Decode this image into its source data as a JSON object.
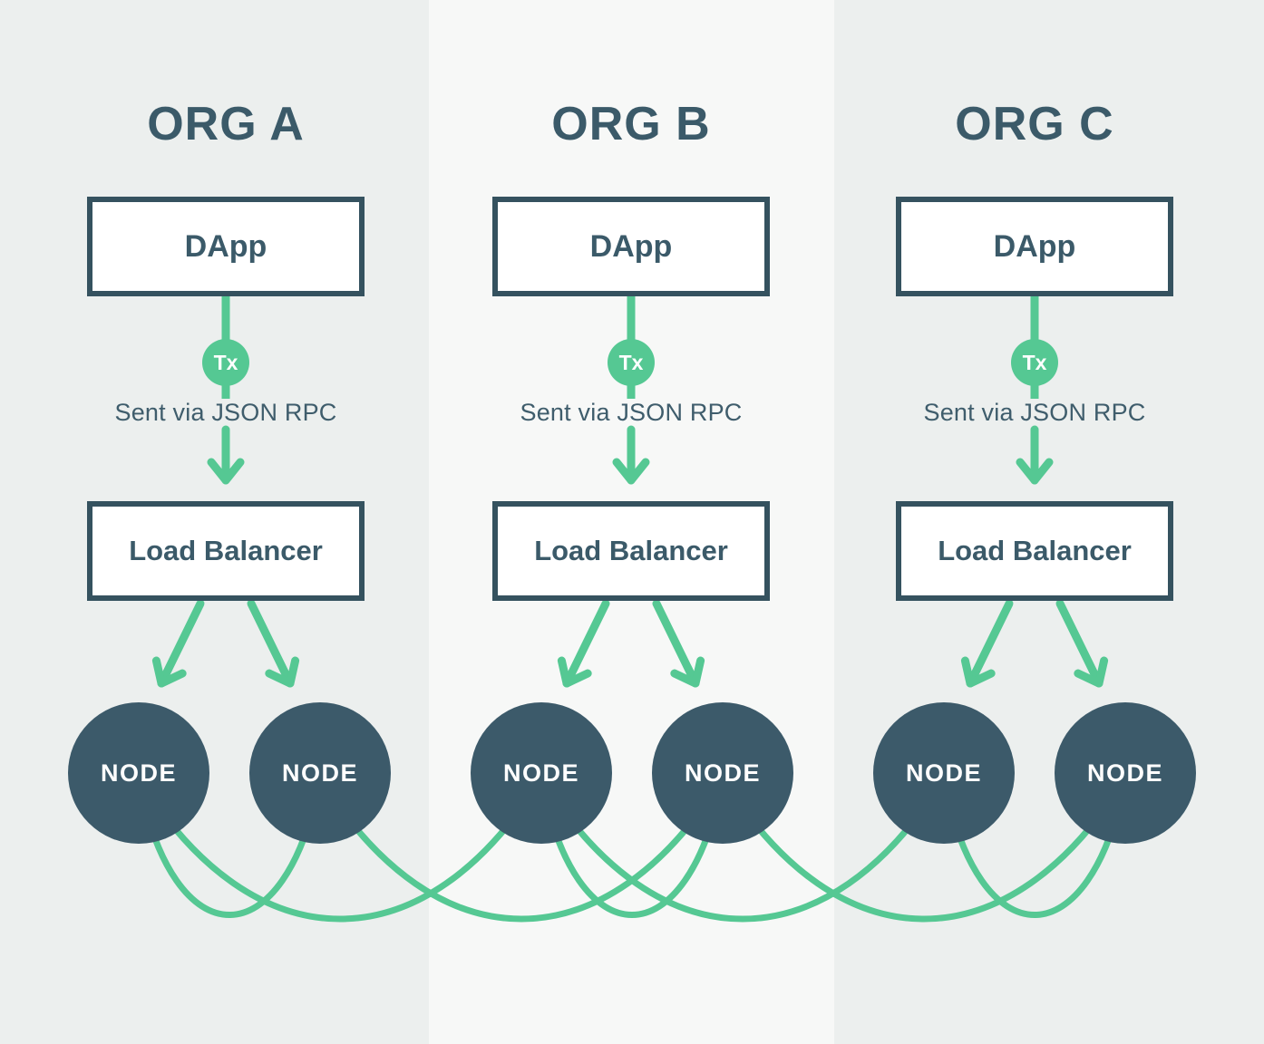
{
  "diagram": {
    "columns": [
      {
        "org_label": "ORG A",
        "dapp_label": "DApp",
        "tx_badge": "Tx",
        "rpc_note": "Sent via JSON RPC",
        "load_balancer_label": "Load Balancer",
        "node_labels": [
          "NODE",
          "NODE"
        ]
      },
      {
        "org_label": "ORG B",
        "dapp_label": "DApp",
        "tx_badge": "Tx",
        "rpc_note": "Sent via JSON RPC",
        "load_balancer_label": "Load Balancer",
        "node_labels": [
          "NODE",
          "NODE"
        ]
      },
      {
        "org_label": "ORG C",
        "dapp_label": "DApp",
        "tx_badge": "Tx",
        "rpc_note": "Sent via JSON RPC",
        "load_balancer_label": "Load Balancer",
        "node_labels": [
          "NODE",
          "NODE"
        ]
      }
    ],
    "colors": {
      "accent_green": "#55c893",
      "dark_slate": "#3b5a69",
      "box_border": "#35525f",
      "box_fill": "#ffffff",
      "node_fill": "#3c5a6a",
      "node_text": "#ffffff",
      "column_bg_outer": "#ecefee",
      "column_bg_middle": "#f7f8f7"
    }
  }
}
